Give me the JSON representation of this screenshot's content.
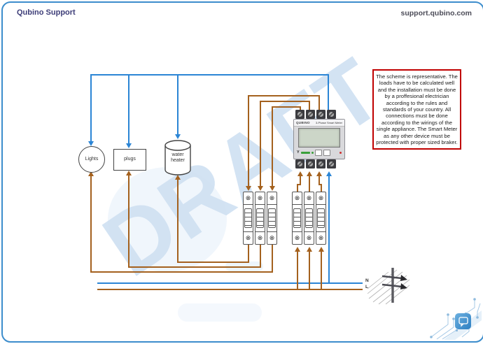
{
  "header": {
    "title": "Qubino Support",
    "site": "support.qubino.com"
  },
  "watermark": "DRAFT",
  "note": "The scheme is representative. The loads have to be calculated well and the installation must be done by a proffesional electrician according to the rules and standards of your country. All connections must be done according to the wirings of the single appliance. The Smart Meter as any other device must be protected with proper sized braker.",
  "loads": {
    "lights": "Lights",
    "plugs": "plugs",
    "water_heater": "water heater"
  },
  "meter": {
    "brand": "QUBINO",
    "title": "3-Phase Smart Meter"
  },
  "mains": {
    "neutral": "N",
    "line": "L"
  },
  "symbols": {
    "terminal": "⊗",
    "antenna": "Y"
  },
  "colors": {
    "neutral_wire": "#2b85d5",
    "line_wire": "#a4611e",
    "page_border": "#3c8dcc",
    "note_border": "#c00000",
    "watermark": "#cfe0f2",
    "header_title": "#3d3d78",
    "header_site": "#4c4c58"
  }
}
